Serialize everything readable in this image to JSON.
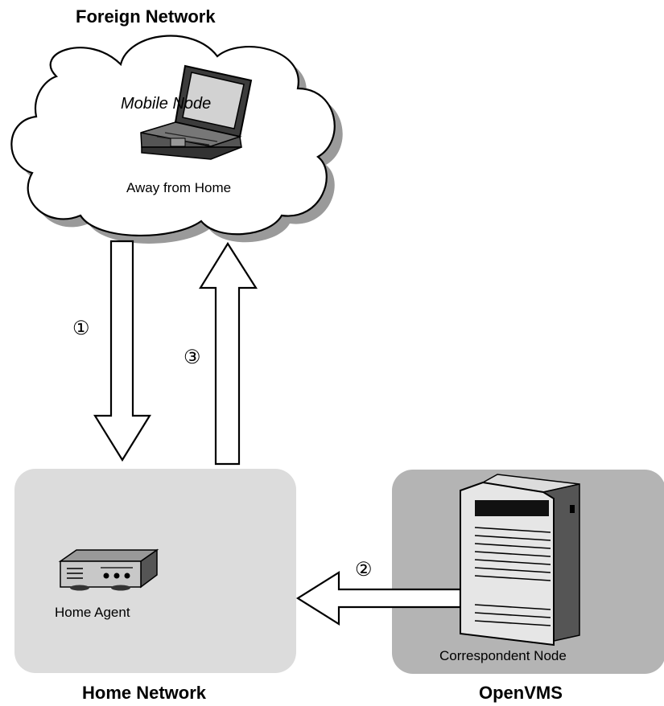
{
  "foreign_network": {
    "title": "Foreign Network",
    "node_label": "Mobile Node",
    "status_label": "Away from Home"
  },
  "home_network": {
    "title": "Home Network",
    "agent_label": "Home Agent"
  },
  "openvms": {
    "title": "OpenVMS",
    "node_label": "Correspondent Node"
  },
  "steps": {
    "step1": "①",
    "step2": "②",
    "step3": "③"
  },
  "colors": {
    "home_panel": "#dcdcdc",
    "openvms_panel": "#b4b4b4",
    "cloud_fill": "#ffffff",
    "cloud_shadow": "#9a9a9a",
    "arrow_stroke": "#000000"
  }
}
